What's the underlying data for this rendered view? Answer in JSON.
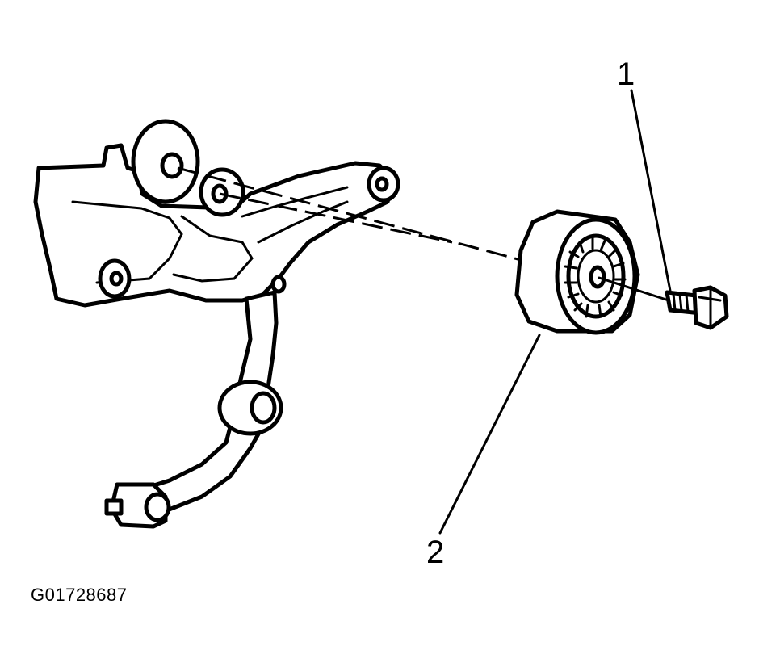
{
  "diagram": {
    "callouts": [
      {
        "number": "1",
        "part": "bolt"
      },
      {
        "number": "2",
        "part": "idler pulley"
      }
    ],
    "figure_id": "G01728687"
  }
}
